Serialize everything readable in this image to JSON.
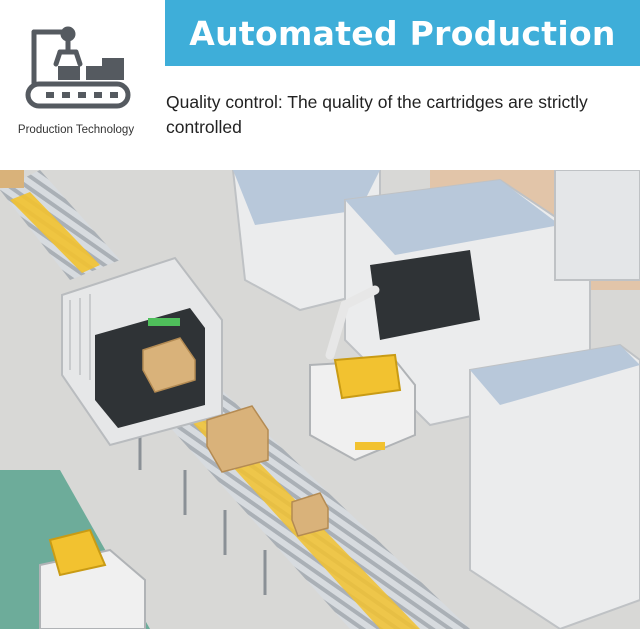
{
  "header": {
    "logo_icon": "robot-arm-conveyor-icon",
    "logo_caption": "Production Technology",
    "title": "Automated Production",
    "banner_color": "#3eaed9"
  },
  "body": {
    "description": "Quality control: The quality of the cartridges are strictly controlled"
  },
  "scene": {
    "subject": "factory-floor-illustration",
    "accent_colors": [
      "#f2c230",
      "#b9c9da",
      "#e8e8e8",
      "#4aa08a"
    ]
  }
}
